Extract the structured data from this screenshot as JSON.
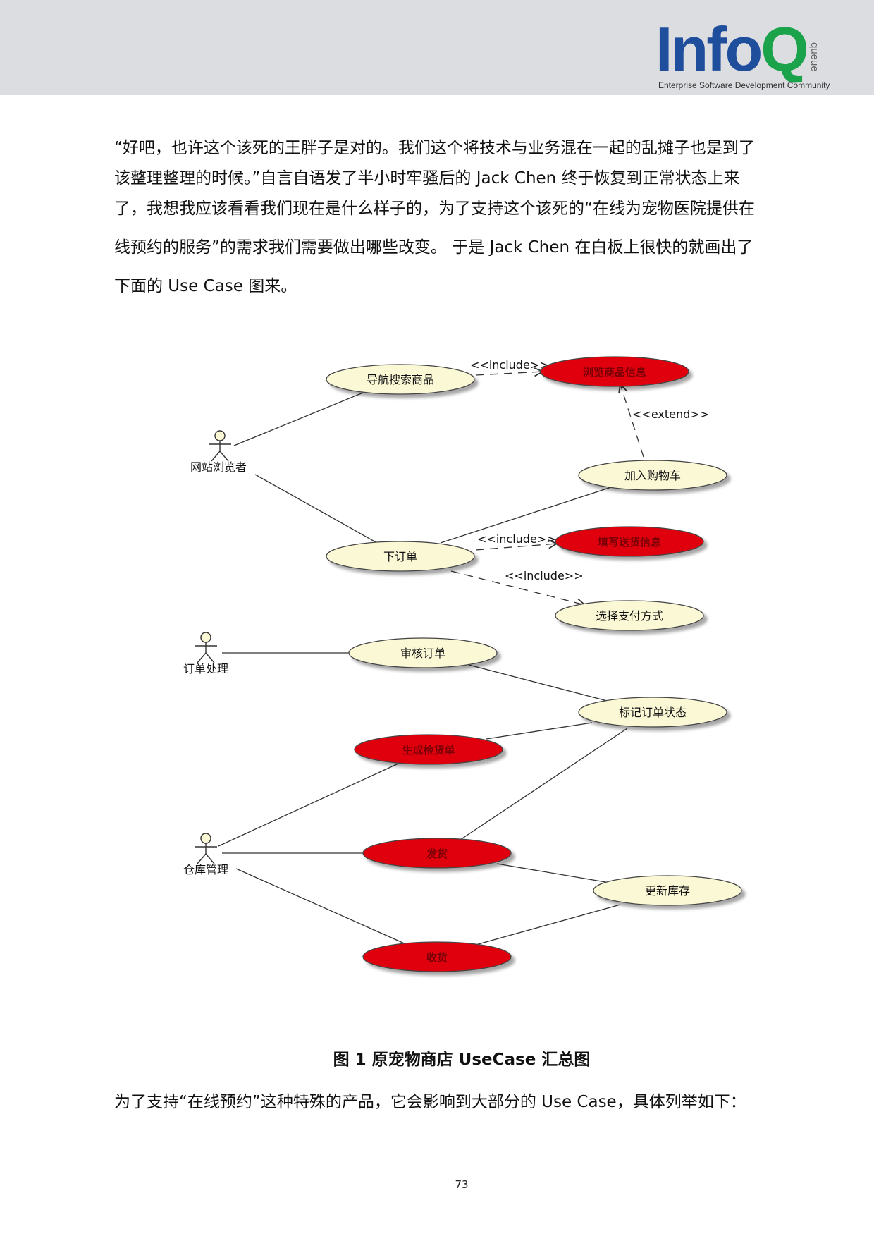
{
  "header": {
    "logo_text": "InfoQ",
    "logo_side_text": "queue",
    "logo_tagline": "Enterprise Software Development Community"
  },
  "intro": {
    "lines": [
      "“好吧，也许这个该死的王胖子是对的。我们这个将技术与业务混在一起的乱摊子也是到了",
      "该整理整理的时候。”自言自语发了半小时牢骚后的 Jack Chen 终于恢复到正常状态上来",
      "了，我想我应该看看我们现在是什么样子的，为了支持这个该死的“在线为宠物医院提供在",
      "线预约的服务”的需求我们需要做出哪些改变。 于是 Jack Chen 在白板上很快的就画出了",
      "下面的 Use Case 图来。"
    ]
  },
  "diagram": {
    "actors": {
      "browser": "网站浏览者",
      "order_handler": "订单处理",
      "warehouse": "仓库管理"
    },
    "use_cases": {
      "nav_search": "导航搜索商品",
      "browse_info": "浏览商品信息",
      "add_cart": "加入购物车",
      "place_order": "下订单",
      "fill_shipping": "填写送货信息",
      "choose_payment": "选择支付方式",
      "review_order": "审核订单",
      "mark_status": "标记订单状态",
      "gen_picklist": "生成检货单",
      "ship": "发货",
      "update_stock": "更新库存",
      "receive": "收货"
    },
    "stereotypes": {
      "include1": "<<include>>",
      "extend1": "<<extend>>",
      "include2": "<<include>>",
      "include3": "<<include>>"
    },
    "colors": {
      "normal_fill": "#fbf8d6",
      "highlight_fill": "#e0000f",
      "line": "#333333"
    }
  },
  "caption": "图 1 原宠物商店 UseCase 汇总图",
  "closing": "为了支持“在线预约”这种特殊的产品，它会影响到大部分的 Use Case，具体列举如下：",
  "page_number": "73"
}
